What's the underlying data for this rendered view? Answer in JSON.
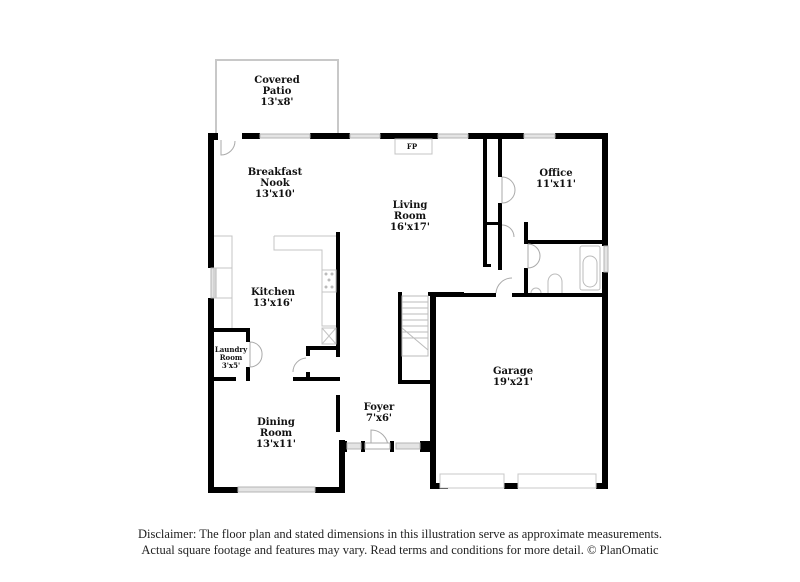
{
  "floor_plan": {
    "rooms": [
      {
        "id": "covered-patio",
        "name_lines": [
          "Covered",
          "Patio"
        ],
        "dimensions": "13'x8'"
      },
      {
        "id": "breakfast-nook",
        "name_lines": [
          "Breakfast",
          "Nook"
        ],
        "dimensions": "13'x10'"
      },
      {
        "id": "living-room",
        "name_lines": [
          "Living",
          "Room"
        ],
        "dimensions": "16'x17'"
      },
      {
        "id": "office",
        "name_lines": [
          "Office"
        ],
        "dimensions": "11'x11'"
      },
      {
        "id": "kitchen",
        "name_lines": [
          "Kitchen"
        ],
        "dimensions": "13'x16'"
      },
      {
        "id": "laundry-room",
        "name_lines": [
          "Laundry",
          "Room"
        ],
        "dimensions": "3'x5'"
      },
      {
        "id": "dining-room",
        "name_lines": [
          "Dining",
          "Room"
        ],
        "dimensions": "13'x11'"
      },
      {
        "id": "foyer",
        "name_lines": [
          "Foyer"
        ],
        "dimensions": "7'x6'"
      },
      {
        "id": "garage",
        "name_lines": [
          "Garage"
        ],
        "dimensions": "19'x21'"
      }
    ],
    "fireplace_label": "FP",
    "colors": {
      "wall": "#000000",
      "window_fill": "#e4e4e4",
      "fixture_line": "#bdbdbd",
      "text": "#111111"
    }
  },
  "disclaimer": {
    "line1": "Disclaimer: The floor plan and stated dimensions in this illustration serve as approximate measurements.",
    "line2": "Actual square footage and features may vary. Read terms and conditions for more detail. © PlanOmatic"
  }
}
